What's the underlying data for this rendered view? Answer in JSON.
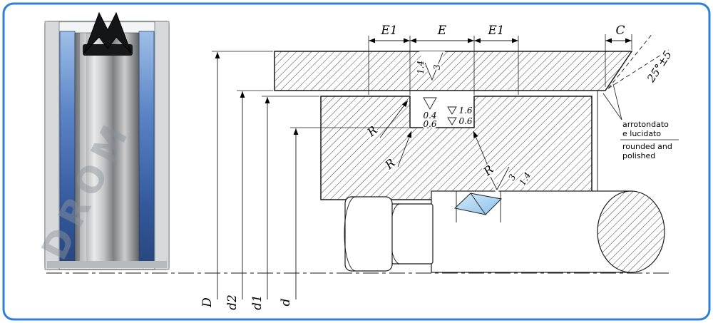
{
  "watermark": {
    "text": "DROM"
  },
  "dimensions": {
    "e1_left": "E1",
    "e": "E",
    "e1_right": "E1",
    "c": "C",
    "angle": "25°±5",
    "D": "D",
    "d2": "d2",
    "d1": "d1",
    "d": "d"
  },
  "surface_finish": {
    "bore": [
      "1.4",
      "3"
    ],
    "groove_left": [
      "0.4",
      "0.6"
    ],
    "groove_right": [
      "1.6",
      "0.6"
    ],
    "hub": [
      "3",
      "1.4"
    ]
  },
  "radius_labels": [
    "R",
    "R",
    "R"
  ],
  "note": {
    "it_line1": "arrotondato",
    "it_line2": "e lucidato",
    "en_line1": "rounded and",
    "en_line2": "polished"
  },
  "colors": {
    "border_blue": "#2f7ed8",
    "seal_blue": "#9fcdf0",
    "band_blue": "#4a74ba",
    "watermark_gray": "#8d949b"
  }
}
